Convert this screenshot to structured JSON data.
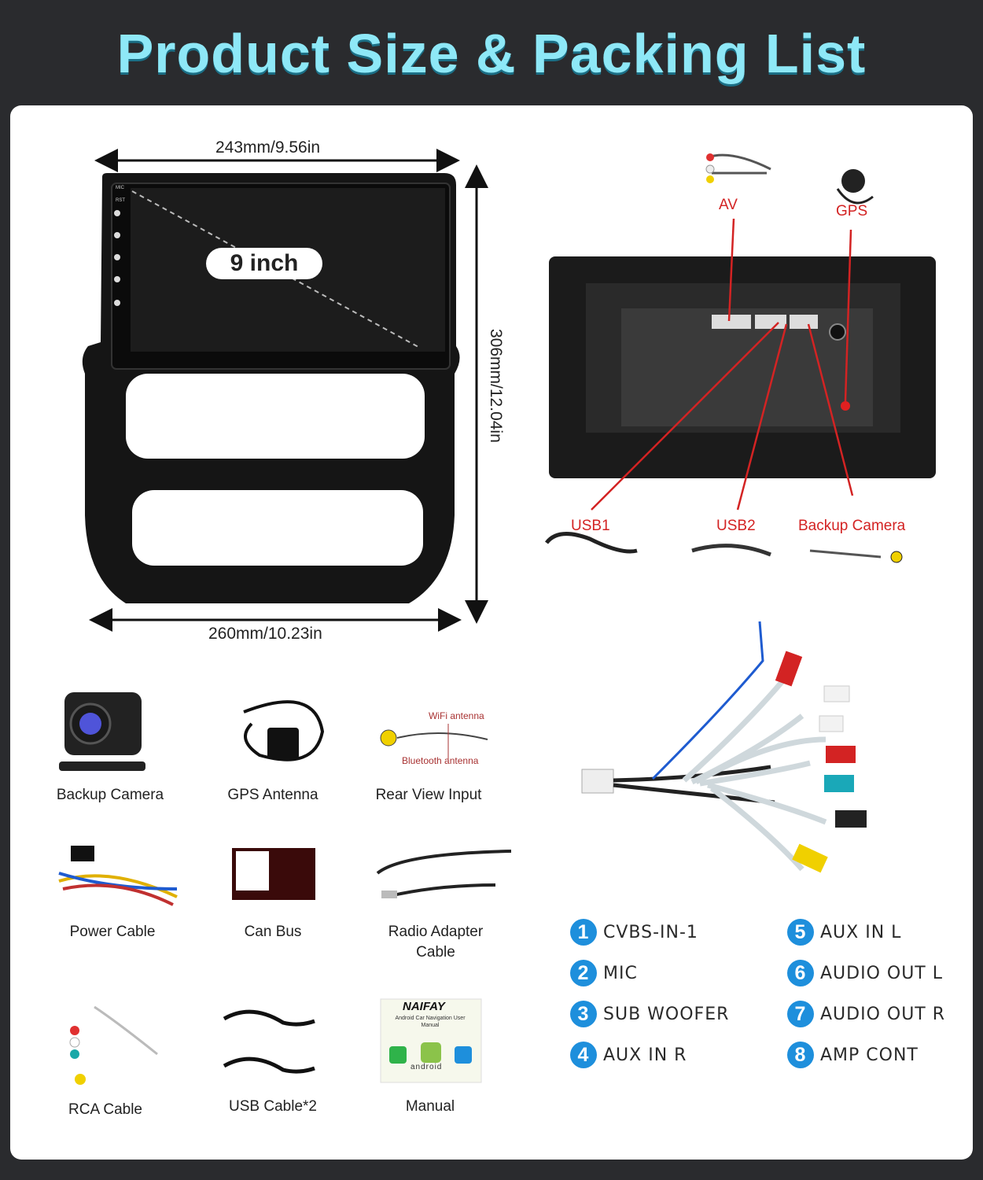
{
  "title": "Product Size & Packing List",
  "dimensions": {
    "top_width": "243mm/9.56in",
    "bottom_width": "260mm/10.23in",
    "height": "306mm/12.04in",
    "screen_size": "9 inch"
  },
  "head_unit_buttons": [
    "MIC",
    "RST"
  ],
  "rear_connections": {
    "av": "AV",
    "gps": "GPS",
    "usb1": "USB1",
    "usb2": "USB2",
    "backup_camera": "Backup Camera"
  },
  "packing_list": [
    {
      "label": "Backup Camera"
    },
    {
      "label": "GPS Antenna"
    },
    {
      "label": "Rear View Input"
    },
    {
      "label": "Power Cable"
    },
    {
      "label": "Can Bus"
    },
    {
      "label": "Radio Adapter Cable"
    },
    {
      "label": "RCA Cable"
    },
    {
      "label": "USB Cable*2"
    },
    {
      "label": "Manual"
    }
  ],
  "rear_view_input_labels": {
    "wifi": "WiFi antenna",
    "bluetooth": "Bluetooth antenna"
  },
  "manual": {
    "brand": "NAIFAY",
    "subtitle": "Android Car Navigation User Manual",
    "os": "android"
  },
  "rca_legend": [
    {
      "num": "1",
      "label": "CVBS-IN-1"
    },
    {
      "num": "2",
      "label": "MIC"
    },
    {
      "num": "3",
      "label": "SUB WOOFER"
    },
    {
      "num": "4",
      "label": "AUX IN R"
    },
    {
      "num": "5",
      "label": "AUX IN L"
    },
    {
      "num": "6",
      "label": "AUDIO OUT L"
    },
    {
      "num": "7",
      "label": "AUDIO OUT R"
    },
    {
      "num": "8",
      "label": "AMP CONT"
    }
  ],
  "colors": {
    "background": "#2a2b2e",
    "title": "#8ee8f7",
    "accent_blue": "#1e8fdc",
    "red_line": "#d32323"
  }
}
